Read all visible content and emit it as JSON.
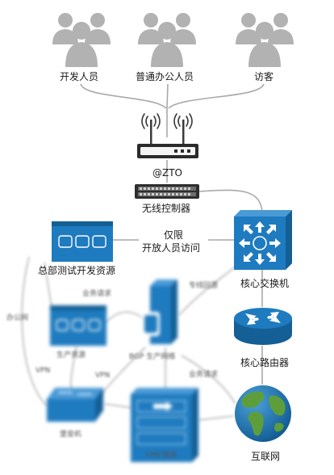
{
  "users": {
    "developers": "开发人员",
    "office_staff": "普通办公人员",
    "visitors": "访客"
  },
  "ap": {
    "ssid": "@ZTO"
  },
  "wireless_controller": "无线控制器",
  "access_note": {
    "line1": "仅限",
    "line2": "开放人员访问"
  },
  "hq_dev_resources": "总部测试开发资源",
  "core_switch": "核心交换机",
  "core_router": "核心路由器",
  "internet": "互联网",
  "blurred_labels": {
    "business_req_1": "业务请求",
    "business_req_2": "业务请求",
    "dedicated_line": "专线回源",
    "office_net": "办公网",
    "production_resources": "生产资源",
    "bgp_prod_network": "BGP 生产网络",
    "vpn_left": "VPN",
    "vpn_mid": "VPN",
    "switch": "堡垒机",
    "vpn_gateway": "VPN 隧道"
  },
  "colors": {
    "user_gray": "#b2b2b2",
    "device_blue": "#1f7bbf",
    "device_dark": "#135f96",
    "wire": "#a9a9a9"
  }
}
